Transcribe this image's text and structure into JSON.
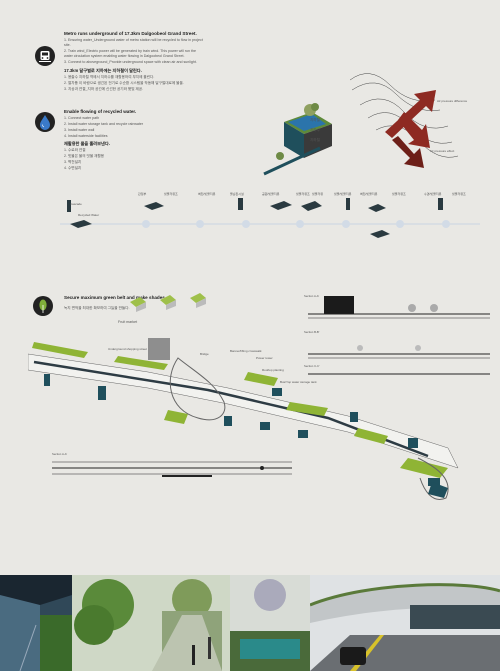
{
  "section1": {
    "title": "Metro runs underground of 17.3km Dalgoobeol Grand Street.",
    "items": [
      "1. Ensuring water_Underground water of metro station will be recycled to flow in project",
      "   site.",
      "2. Train wind_Electric power will be generated by train wind. This power will run the",
      "   water circulation system enabling water flowing in Dalgoobeol Grand Street.",
      "3. Connect to aboveground_Provide underground space with clean air and sunlight."
    ],
    "korean_title": "17.3km 달구벌로 지하에는 지하철이 달린다.",
    "korean_items": [
      "1. 용출수 지하철 역에서 지하수를 재활용하여 부지에 흘린다.",
      "2. 열차풍 이 바람으로 생긴된 전기로 수순환 시스템을 작동해 달구벌대로에 물을.",
      "3. 지상과 연결_지하 공간에 신선한 공기와 햇빛 제공."
    ],
    "section_labels": [
      "지하철",
      "지하수",
      "지하철"
    ]
  },
  "section2": {
    "title": "Enable flowing of recycled water.",
    "items": [
      "1. Connect water path",
      "2. Install water storage tank and recycle rainwater",
      "3. Install water wall",
      "4. Install waterside facilities"
    ],
    "korean_title": "재활용한 물을 흘려보낸다.",
    "korean_items": [
      "1. 수로와 연결",
      "2. 빗물은 물의 빗물 재활용",
      "3. 벽천설치",
      "4. 수변설치"
    ],
    "strip_labels": [
      "관정부",
      "빗물저류조",
      "벽천/빗물저류",
      "물순환시설",
      "공원/빗물저류",
      "빗물저류조",
      "빗물저류",
      "빗물/빗물저류",
      "벽천/빗물저류",
      "빗물저류조",
      "수경/빗물저류",
      "빗물저류조"
    ],
    "legend_top": "Cascade",
    "legend_bottom": "Recycled Water"
  },
  "section3": {
    "title": "Secure maximum green belt and make shades.",
    "korean_title": "녹지 면적을 최대한 확보하여 그늘을 만들다.",
    "fruit_label": "Fruit market",
    "labels": [
      "Underground shopping street",
      "Bridge",
      "Banner/lifting crosswalk",
      "Power tower",
      "Rooftop planting",
      "Bus/Yop water storage tank"
    ],
    "sections": [
      "Section A-A'",
      "Section B-B'",
      "Section C-C'",
      "Section A-A'"
    ]
  },
  "arrow_labels": [
    "Air pressure difference",
    "Air pressure effect"
  ],
  "colors": {
    "board": "#e9e8e4",
    "green": "#8fb435",
    "teal": "#1f4f5c",
    "red": "#8e2a22",
    "accent_blue": "#1e6ec8"
  }
}
